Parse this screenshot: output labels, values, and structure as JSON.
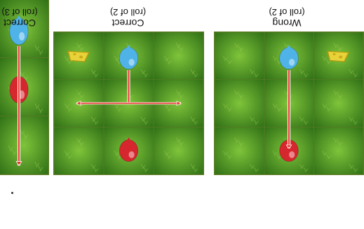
{
  "panels": [
    {
      "id": "wrong",
      "title": "Wrong",
      "subtitle": "(roll of 2)",
      "moves": [
        "down"
      ]
    },
    {
      "id": "correct-left-right",
      "title": "Correct",
      "subtitle": "(roll of 2)",
      "moves": [
        "left",
        "right"
      ]
    },
    {
      "id": "correct-down-3",
      "title": "Correct",
      "subtitle": "(roll of 3)",
      "moves": [
        "down"
      ]
    }
  ],
  "colors": {
    "grass_dark": "#2f6f16",
    "grass_light": "#7fc43a",
    "balloon_blue": "#4fb3e8",
    "balloon_red": "#d6262e",
    "arrow": "#e8322a",
    "cheese": "#e8d23a"
  },
  "icons": [
    "blue-balloon-icon",
    "red-balloon-icon",
    "cheese-icon",
    "arrow-icon"
  ]
}
